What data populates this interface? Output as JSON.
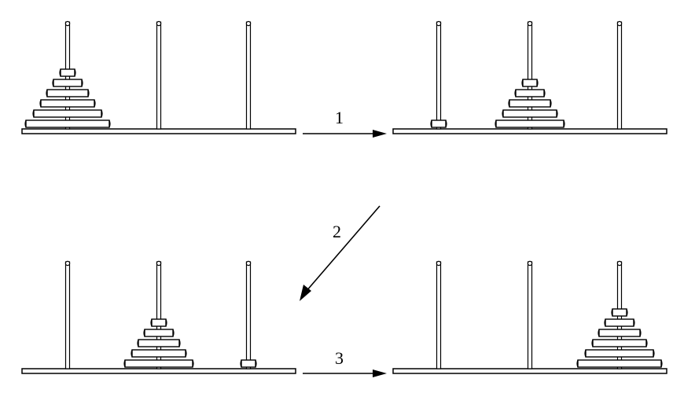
{
  "diagram": {
    "panels": [
      {
        "id": "initial",
        "pegs": [
          6,
          0,
          0
        ]
      },
      {
        "id": "after-step-1",
        "pegs": [
          1,
          5,
          0
        ]
      },
      {
        "id": "after-step-2",
        "pegs": [
          0,
          5,
          1
        ]
      },
      {
        "id": "final",
        "pegs": [
          0,
          0,
          6
        ]
      }
    ],
    "steps": [
      {
        "label": "1",
        "from": "initial",
        "to": "after-step-1",
        "direction": "right"
      },
      {
        "label": "2",
        "from": "after-step-1",
        "to": "after-step-2",
        "direction": "down-left"
      },
      {
        "label": "3",
        "from": "after-step-2",
        "to": "final",
        "direction": "right"
      }
    ],
    "colors": {
      "stroke": "#000000",
      "background": "#ffffff"
    }
  }
}
